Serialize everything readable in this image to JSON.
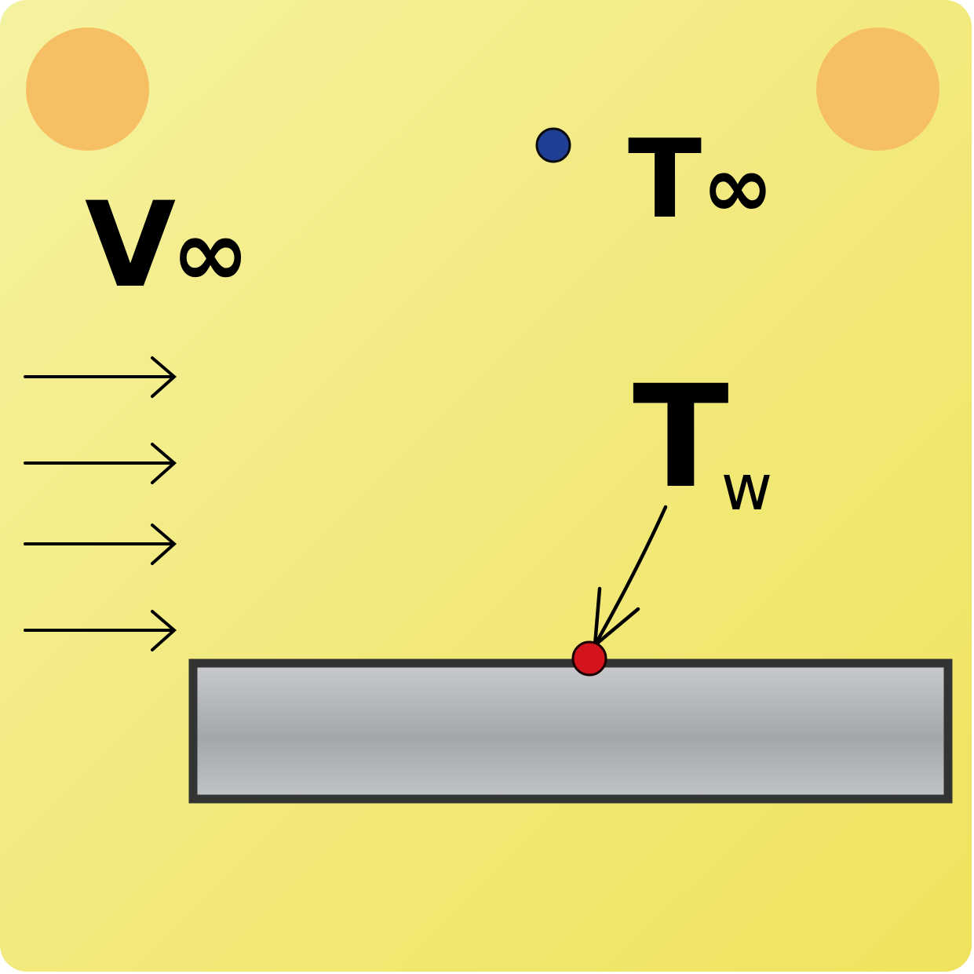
{
  "labels": {
    "free_stream_velocity": {
      "main": "V",
      "sub": "∞"
    },
    "free_stream_temperature": {
      "main": "T",
      "sub": "∞"
    },
    "wall_temperature": {
      "main": "T",
      "sub": "w"
    }
  },
  "colors": {
    "background": "#f3ec86",
    "corner_dots": "#f6bf63",
    "free_stream_point": "#1f3f95",
    "wall_point": "#d4141c",
    "plate_fill": "#a9adb1",
    "plate_border": "#333333",
    "ink": "#000000"
  },
  "flow_arrows": {
    "count": 4
  }
}
